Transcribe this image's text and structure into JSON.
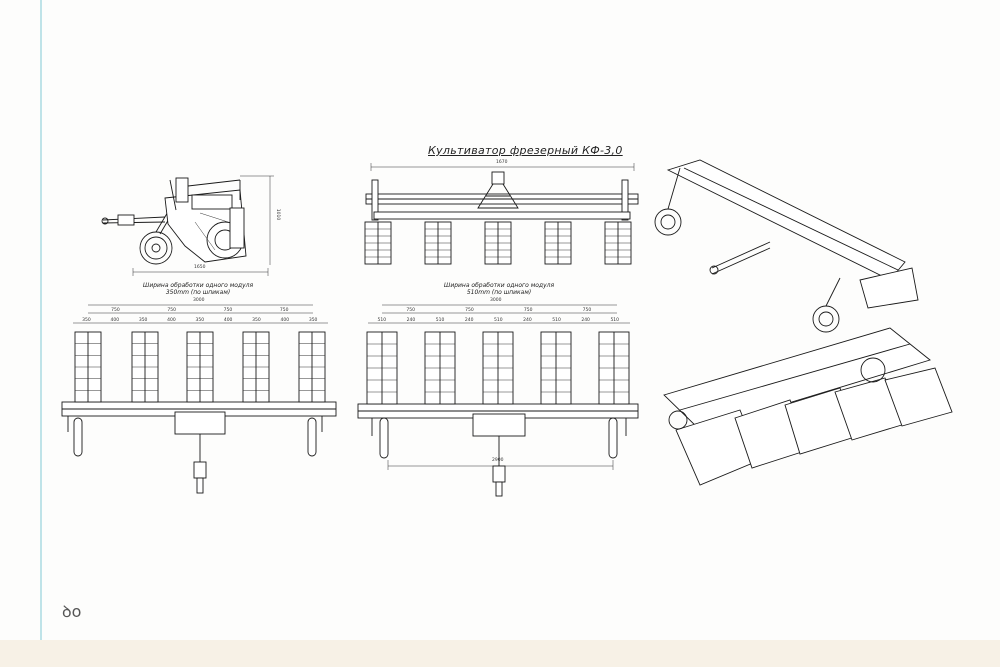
{
  "drawing": {
    "title": "Культиватор фрезерный КФ-3,0",
    "caption_left_line1": "Ширина обработки одного модуля",
    "caption_left_line2": "350mm (по шпикам)",
    "caption_right_line1": "Ширина обработки одного модуля",
    "caption_right_line2": "510mm (по шпикам)",
    "side_view_length": "1650",
    "side_view_height": "1010",
    "top_view_width": "1670",
    "left_front_total": "3000",
    "left_front_modules": [
      "750",
      "750",
      "750",
      "750"
    ],
    "left_front_spacing": [
      "350",
      "400",
      "350",
      "400",
      "350",
      "400",
      "350",
      "400",
      "350"
    ],
    "right_front_total": "3000",
    "right_front_modules": [
      "750",
      "750",
      "750",
      "750"
    ],
    "right_front_spacing": [
      "510",
      "240",
      "510",
      "240",
      "510",
      "240",
      "510",
      "240",
      "510"
    ],
    "right_front_track": "2900",
    "corner_mark": "ꝺo"
  },
  "colors": {
    "line": "#1a1a1a",
    "paper": "#fdfdfc",
    "edge": "#bfe3e8"
  }
}
